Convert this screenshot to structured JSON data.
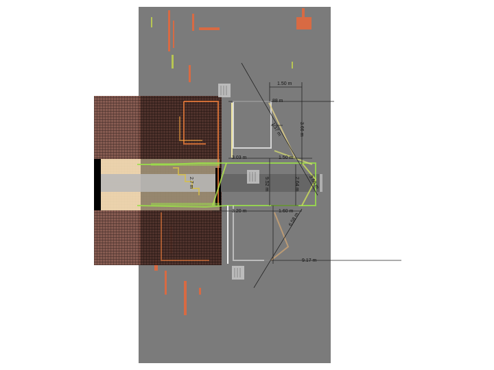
{
  "scene": {
    "colors": {
      "plan_background": "#7b7b7b",
      "roof": "#7a4a3f",
      "beige_band": "#f4dcb4",
      "scan_green": "#9be04a",
      "scan_orange": "#f07a3a",
      "measure_line": "#222222"
    }
  },
  "measurements": {
    "m_1_50_top": "1.50 m",
    "m_88": ".88 m",
    "m_3_66": "3.66 m",
    "m_1_37": "1.37 m",
    "m_3_03": "3.03 m",
    "m_1_50_mid": "1.50 m",
    "m_9_52": "9.52 m",
    "m_2_64": "2.64 m",
    "m_3_66_right": "3.66 m",
    "m_2_7": "2.7 m",
    "m_3_20": "3.20 m",
    "m_1_60": "1.60 m",
    "m_6_58": "6.58 m",
    "m_9_17": "9.17 m"
  }
}
